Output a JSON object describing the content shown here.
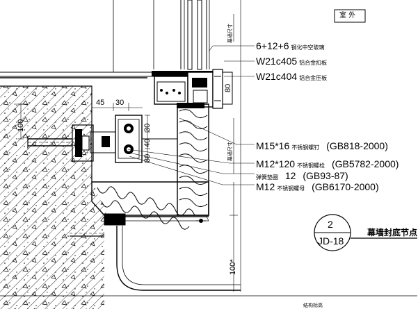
{
  "outdoor_label": "室 外",
  "callouts": [
    {
      "code": "6+12+6",
      "note": "钢化中空玻璃"
    },
    {
      "code": "W21c405",
      "note": "铝合金扣板"
    },
    {
      "code": "W21c404",
      "note": "铝合金压板"
    },
    {
      "code": "M15*16",
      "note": "不锈钢螺钉",
      "std": "(GB818-2000)"
    },
    {
      "code": "M12*120",
      "note": "不锈钢螺栓",
      "std": "(GB5782-2000)"
    },
    {
      "prefix": "弹簧垫圈",
      "code": "12",
      "std": "(GB93-87)"
    },
    {
      "code": "M12",
      "note": "不锈钢螺母",
      "std": "(GB6170-2000)"
    }
  ],
  "dimensions": {
    "d45": "45",
    "d30_top": "30",
    "d30_right": "30",
    "d40": "40",
    "d30_left": "30",
    "d100_left": "100",
    "d100_bottom": "100*",
    "d80": "80"
  },
  "vertical_notes": {
    "upper": "幕墙尺寸",
    "lower": "幕墙尺寸",
    "bottom": "结构标高"
  },
  "detail": {
    "number": "2",
    "sheet": "JD-18",
    "title": "幕墙封底节点"
  }
}
